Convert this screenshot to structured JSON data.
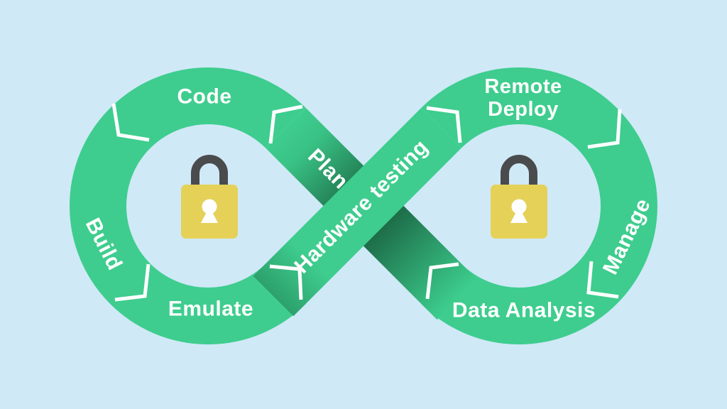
{
  "diagram": {
    "labels": {
      "plan": "Plan",
      "code": "Code",
      "build": "Build",
      "emulate": "Emulate",
      "hardware_testing": "Hardware testing",
      "remote_deploy_line1": "Remote",
      "remote_deploy_line2": "Deploy",
      "manage": "Manage",
      "data_analysis": "Data Analysis"
    },
    "stages_in_flow_order": [
      "Plan",
      "Code",
      "Build",
      "Emulate",
      "Hardware testing",
      "Remote Deploy",
      "Manage",
      "Data Analysis"
    ],
    "colors": {
      "background": "#cfe9f7",
      "loop": "#3ecd8e",
      "loop_shadow": "#1e6f4a",
      "chevron": "#ffffff",
      "label_text": "#ffffff",
      "lock_body": "#e5d158",
      "lock_shackle": "#4a4b4d",
      "lock_keyhole": "#ffffff"
    },
    "icons": {
      "left_loop_icon": "padlock-icon",
      "right_loop_icon": "padlock-icon",
      "flow_markers": "flow-chevron-icon"
    }
  }
}
